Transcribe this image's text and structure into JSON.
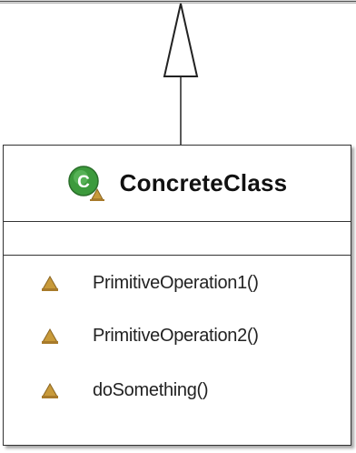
{
  "class": {
    "name": "ConcreteClass",
    "stereotype_icon": "class-icon",
    "attributes": [],
    "operations": [
      {
        "label": "PrimitiveOperation1()",
        "visibility_icon": "package-visibility-icon"
      },
      {
        "label": "PrimitiveOperation2()",
        "visibility_icon": "package-visibility-icon"
      },
      {
        "label": "doSomething()",
        "visibility_icon": "package-visibility-icon"
      }
    ]
  },
  "relationship": {
    "type": "generalization",
    "arrow_icon": "hollow-triangle-arrow-icon"
  },
  "colors": {
    "border": "#333333",
    "class_icon_green": "#3c9a3c",
    "visibility_icon_gold": "#c89a3a"
  }
}
